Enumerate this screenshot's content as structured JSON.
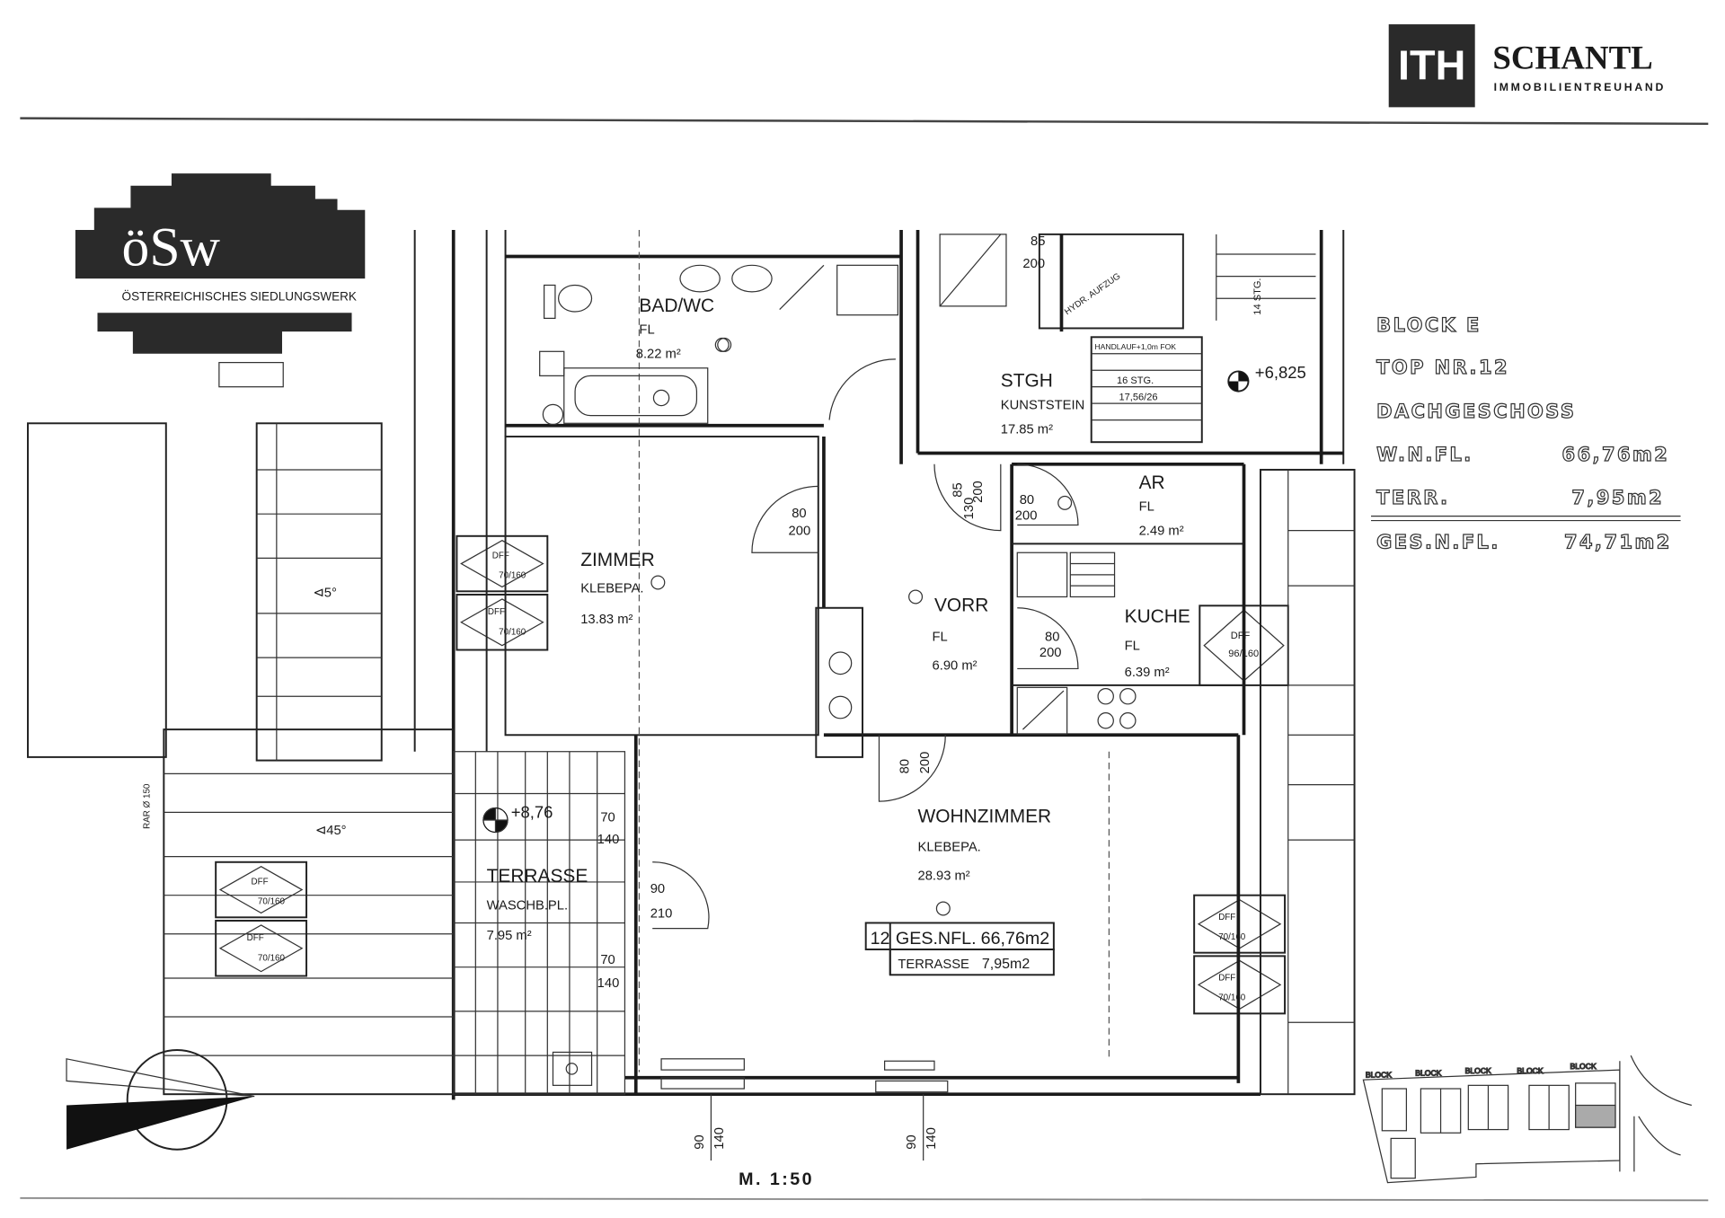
{
  "header": {
    "brand_mark": "ITH",
    "brand_name": "SCHANTL",
    "brand_tagline": "IMMOBILIENTREUHAND"
  },
  "developer_logo": {
    "mark": "öSw",
    "name": "ÖSTERREICHISCHES SIEDLUNGSWERK"
  },
  "info_block": {
    "block": "BLOCK E",
    "top": "TOP NR.12",
    "floor": "DACHGESCHOSS",
    "wnfl_label": "W.N.FL.",
    "wnfl_value": "66,76m2",
    "terr_label": "TERR.",
    "terr_value": "7,95m2",
    "gesnfl_label": "GES.N.FL.",
    "gesnfl_value": "74,71m2"
  },
  "rooms": {
    "bad": {
      "name": "BAD/WC",
      "floor": "FL",
      "area": "8.22 m²"
    },
    "stgh": {
      "name": "STGH",
      "floor": "KUNSTSTEIN",
      "area": "17.85 m²"
    },
    "zimmer": {
      "name": "ZIMMER",
      "floor": "KLEBEPA.",
      "area": "13.83 m²"
    },
    "vorr": {
      "name": "VORR",
      "floor": "FL",
      "area": "6.90 m²"
    },
    "ar": {
      "name": "AR",
      "floor": "FL",
      "area": "2.49 m²"
    },
    "kuche": {
      "name": "KUCHE",
      "floor": "FL",
      "area": "6.39 m²"
    },
    "wohnzimmer": {
      "name": "WOHNZIMMER",
      "floor": "KLEBEPA.",
      "area": "28.93 m²"
    },
    "terrasse": {
      "name": "TERRASSE",
      "floor": "WASCHB.PL.",
      "area": "7.95 m²"
    }
  },
  "summary_box": {
    "unit": "12",
    "gesnfl_label": "GES.NFL.",
    "gesnfl_value": "66,76m2",
    "terrasse_label": "TERRASSE",
    "terrasse_value": "7,95m2"
  },
  "levels": {
    "stgh": "+6,825",
    "terrasse": "+8,76"
  },
  "roof": {
    "slope_upper": "⊲5°",
    "slope_lower": "⊲45°",
    "rar": "RAR Ø 150"
  },
  "windows": {
    "dff_label": "DFF",
    "dff_size": "70/160",
    "dff_kitchen": "96/160"
  },
  "doors": {
    "d80_200": [
      "80",
      "200"
    ],
    "d85_200": [
      "85",
      "200"
    ],
    "d90_210": [
      "90",
      "210"
    ],
    "d70_140": [
      "70",
      "140"
    ],
    "d90_140": [
      "90",
      "140"
    ],
    "stgh_130": "130"
  },
  "stairs": {
    "steps1": "16 STG.",
    "steps1_dim": "17,56/26",
    "steps2": "14 STG.",
    "lift": "HYDR. AUFZUG",
    "handlauf": "HANDLAUF+1,0m FOK"
  },
  "scale": "M. 1:50",
  "site_plan": {
    "block_label": "BLOCK"
  }
}
